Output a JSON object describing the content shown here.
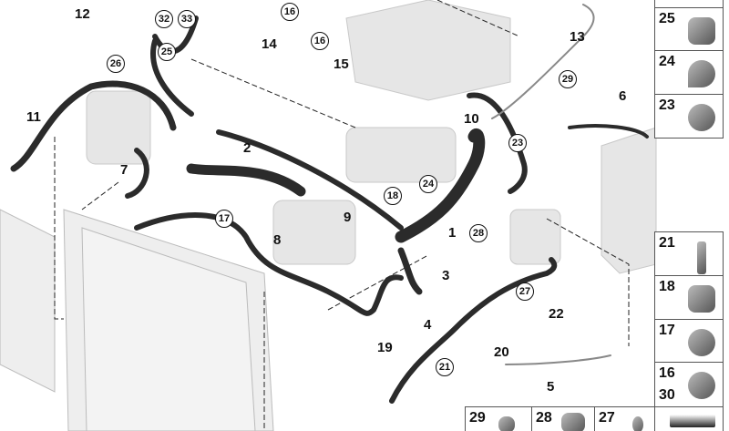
{
  "diagram": {
    "callouts": [
      "1",
      "2",
      "3",
      "4",
      "5",
      "6",
      "7",
      "8",
      "9",
      "10",
      "11",
      "12",
      "13",
      "14",
      "15",
      "19",
      "20",
      "22"
    ],
    "circled_callouts": [
      "32",
      "33",
      "16",
      "16",
      "25",
      "26",
      "29",
      "23",
      "18",
      "24",
      "17",
      "28",
      "27",
      "21"
    ],
    "side_panel": [
      {
        "label": ""
      },
      {
        "label": "25"
      },
      {
        "label": "24"
      },
      {
        "label": "23"
      },
      {
        "label": "21"
      },
      {
        "label": "18"
      },
      {
        "label": "17"
      },
      {
        "label": "16",
        "label2": "30"
      },
      {
        "label": ""
      }
    ],
    "bottom_panel": [
      {
        "label": "29"
      },
      {
        "label": "28"
      },
      {
        "label": "27"
      }
    ]
  }
}
